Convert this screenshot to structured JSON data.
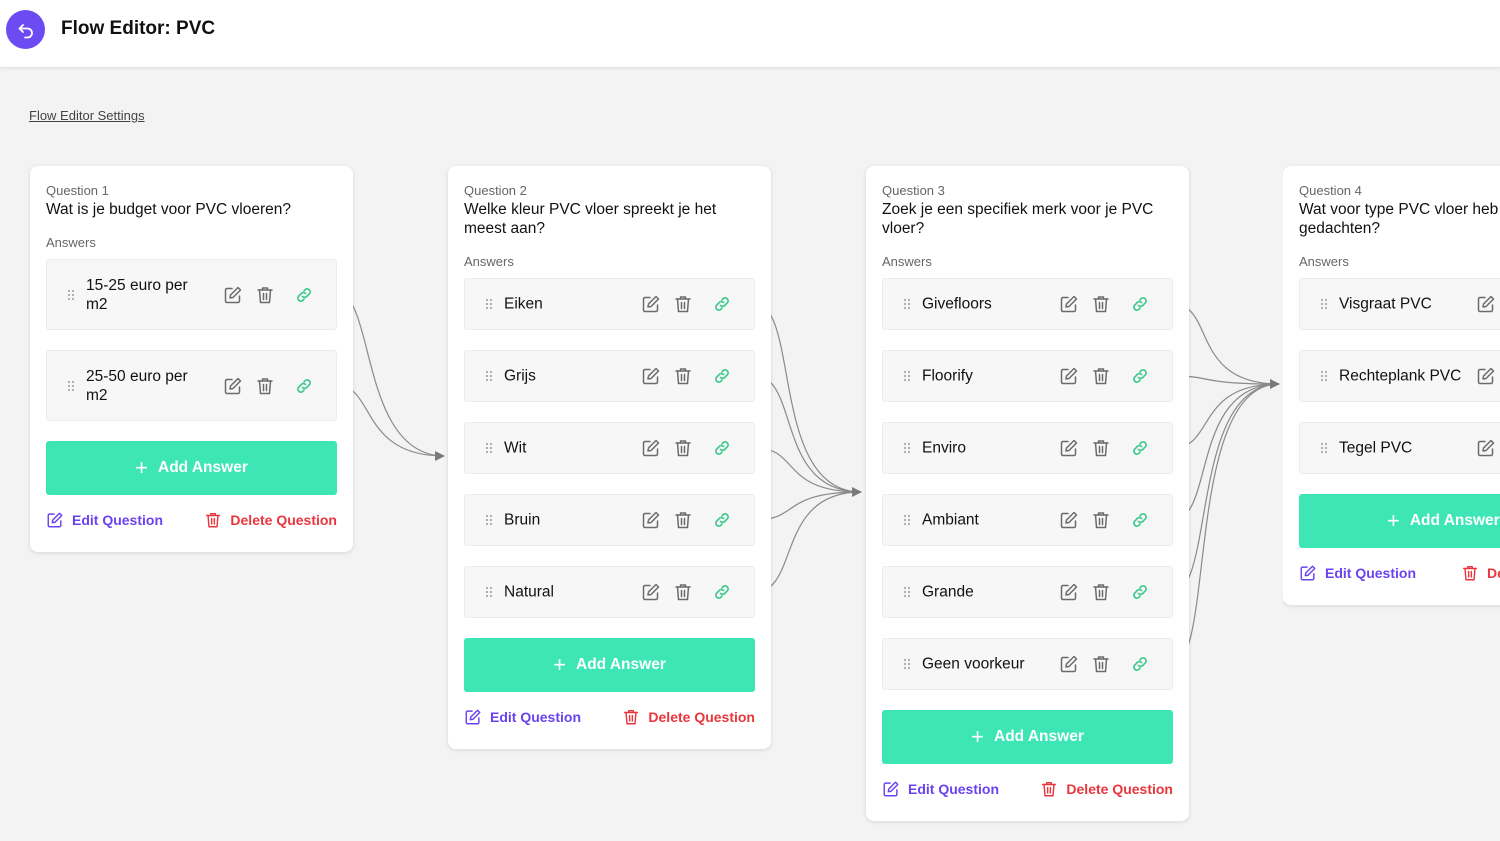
{
  "header": {
    "title": "Flow Editor: PVC",
    "back_icon": "back-arrow-icon",
    "accent": "#6d4bf2"
  },
  "settings_link": "Flow Editor Settings",
  "colors": {
    "add_button": "#3ee6b5",
    "edit": "#6a43f0",
    "delete": "#e8363d",
    "link": "#3ec98f",
    "connector": "#8a8a8a"
  },
  "answers_label": "Answers",
  "add_answer_label": "Add Answer",
  "edit_question_label": "Edit Question",
  "delete_question_label": "Delete Question",
  "questions": [
    {
      "label": "Question 1",
      "text": "Wat is je budget voor PVC vloeren?",
      "answers": [
        "15-25 euro per m2",
        "25-50 euro per m2"
      ]
    },
    {
      "label": "Question 2",
      "text": "Welke kleur PVC vloer spreekt je het meest aan?",
      "answers": [
        "Eiken",
        "Grijs",
        "Wit",
        "Bruin",
        "Natural"
      ]
    },
    {
      "label": "Question 3",
      "text": "Zoek je een specifiek merk voor je PVC vloer?",
      "answers": [
        "Givefloors",
        "Floorify",
        "Enviro",
        "Ambiant",
        "Grande",
        "Geen voorkeur"
      ]
    },
    {
      "label": "Question 4",
      "text": "Wat voor type PVC vloer heb je in gedachten?",
      "answers": [
        "Visgraat PVC",
        "Rechteplank PVC",
        "Tegel PVC"
      ]
    }
  ]
}
